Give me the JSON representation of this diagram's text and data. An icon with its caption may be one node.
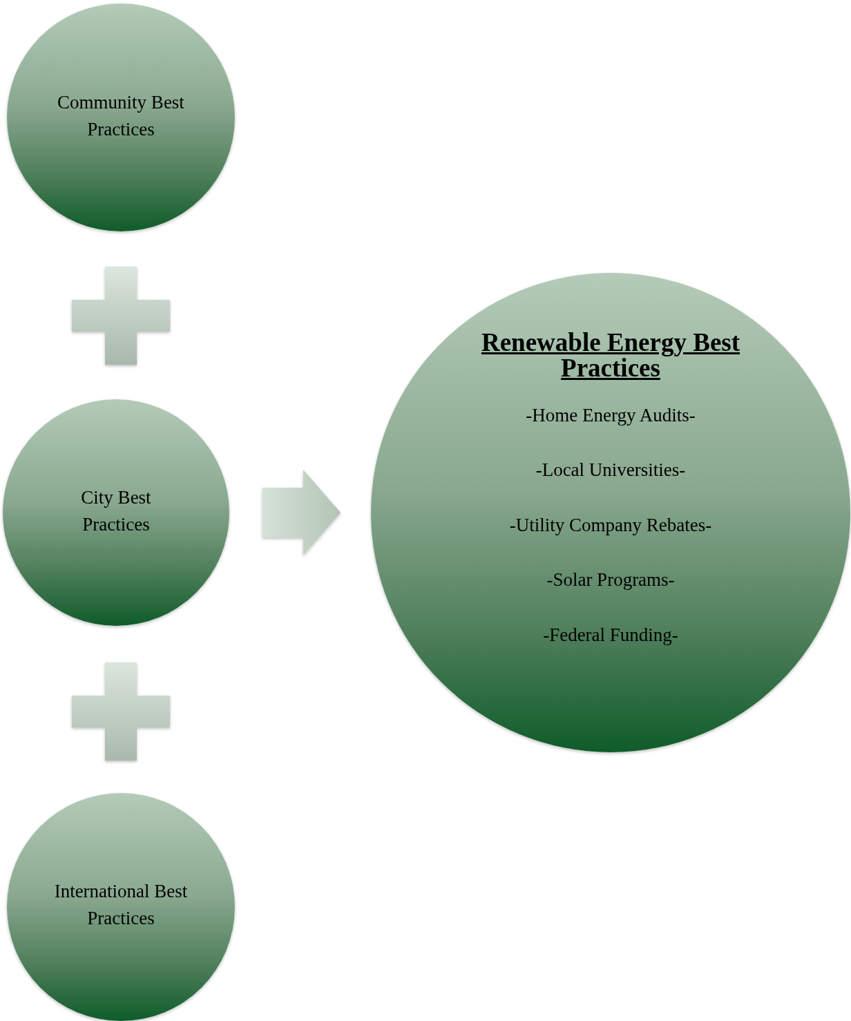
{
  "diagram": {
    "nodes": [
      {
        "text": [
          "Community Best Practices"
        ]
      },
      {
        "text": [],
        "shape": "plus"
      },
      {
        "text": [
          "City Best Practices"
        ]
      },
      {
        "text": [],
        "shape": "plus"
      },
      {
        "text": [
          "International Best Practices"
        ]
      },
      {
        "text": [
          "Renewable Energy Best Practices",
          "-Home Energy Audits-",
          "-Local Universities-",
          "-Utility Company Rebates-",
          "-Solar Programs-",
          "-Federal Funding-"
        ]
      }
    ],
    "edges": [
      {
        "from": 2,
        "to": 5,
        "arrow": "to"
      }
    ]
  }
}
